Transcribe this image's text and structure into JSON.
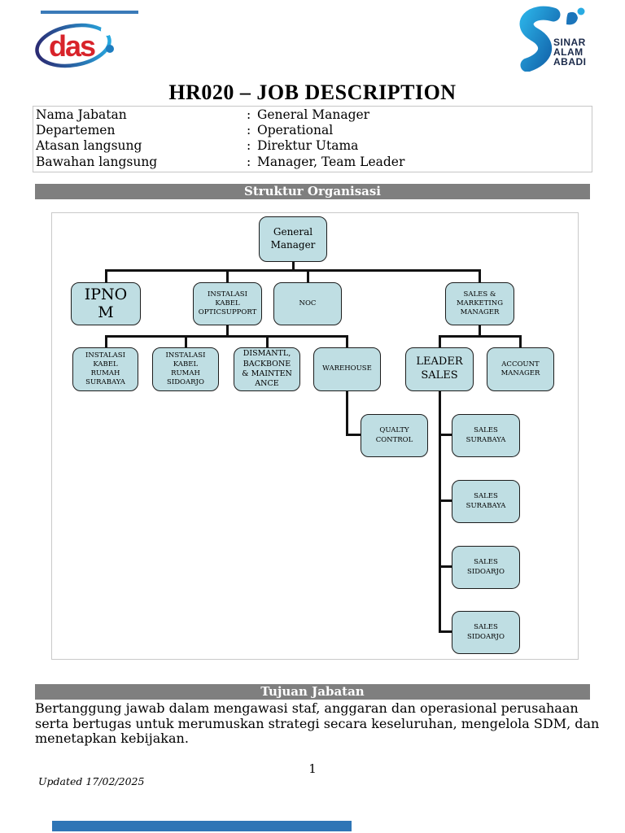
{
  "logos": {
    "das": {
      "text": "das"
    },
    "saa": {
      "lines": [
        "SINAR",
        "ALAM",
        "ABADI"
      ]
    }
  },
  "title": "HR020 – JOB DESCRIPTION",
  "info_table": {
    "colon": ":",
    "rows": [
      {
        "label": "Nama Jabatan",
        "value": "General Manager"
      },
      {
        "label": "Departemen",
        "value": "Operational"
      },
      {
        "label": "Atasan langsung",
        "value": "Direktur Utama"
      },
      {
        "label": "Bawahan langsung",
        "value": "Manager, Team Leader"
      }
    ]
  },
  "section_bars": {
    "struktur": "Struktur Organisasi",
    "tujuan": "Tujuan Jabatan"
  },
  "org_chart": {
    "nodes": {
      "general_manager": "General Manager",
      "ipnom": "IPNO M",
      "instalasi_kabel_opticsupport": "INSTALASI KABEL OPTICSUPPORT",
      "noc": "NOC",
      "sales_marketing_manager": "SALES & MARKETING MANAGER",
      "instalasi_kabel_rumah_surabaya": "INSTALASI KABEL RUMAH SURABAYA",
      "instalasi_kabel_rumah_sidoarjo": "INSTALASI KABEL RUMAH SIDOARJO",
      "dismantl_backbone_maintenance": "DISMANTL, BACKBONE & MAINTENANCE",
      "warehouse": "WAREHOUSE",
      "leader_sales": "LEADER SALES",
      "account_manager": "ACCOUNT MANAGER",
      "qualty_control": "QUALTY CONTROL",
      "sales_surabaya_1": "SALES SURABAYA",
      "sales_surabaya_2": "SALES SURABAYA",
      "sales_sidoarjo_1": "SALES SIDOARJO",
      "sales_sidoarjo_2": "SALES SIDOARJO"
    }
  },
  "tujuan": {
    "lines": [
      "Bertanggung jawab dalam mengawasi staf, anggaran dan operasional perusahaan",
      "serta bertugas untuk merumuskan strategi secara keseluruhan, mengelola SDM, dan",
      "menetapkan kebijakan."
    ]
  },
  "footer": {
    "page_number": "1",
    "updated": "Updated 17/02/2025"
  },
  "colors": {
    "box-fill": "#bfdee3",
    "box-border": "#1c1c1c",
    "bar-gray": "#7f7f7f",
    "line-black": "#121212",
    "accent-red": "#d8232a",
    "logo-blue": "#1f7fc4",
    "logo-navy": "#1b2a4a",
    "strip-blue": "#2e75b6"
  }
}
